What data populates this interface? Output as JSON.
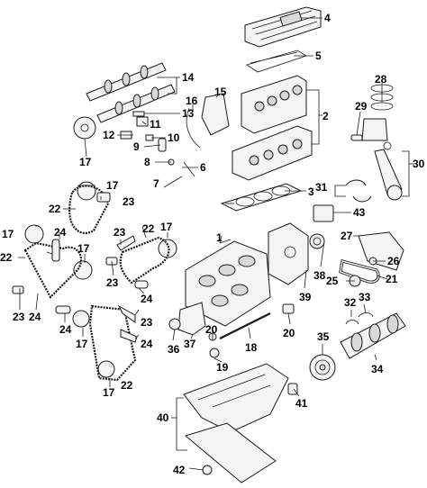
{
  "callouts": [
    "1",
    "2",
    "3",
    "4",
    "5",
    "6",
    "7",
    "8",
    "9",
    "10",
    "11",
    "12",
    "13",
    "14",
    "15",
    "16",
    "17",
    "18",
    "19",
    "20",
    "21",
    "22",
    "23",
    "24",
    "25",
    "26",
    "27",
    "28",
    "29",
    "30",
    "31",
    "32",
    "33",
    "34",
    "35",
    "36",
    "37",
    "38",
    "39",
    "40",
    "41",
    "42",
    "43"
  ]
}
